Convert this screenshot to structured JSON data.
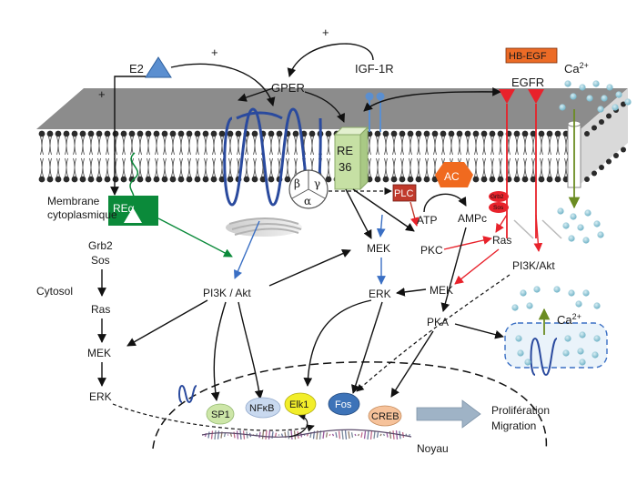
{
  "labels": {
    "e2": "E2",
    "plus_e2_left": "+",
    "plus_e2_gper": "+",
    "plus_igf_top": "+",
    "igf1r": "IGF-1R",
    "gper": "GPER",
    "hbegf": "HB-EGF",
    "egfr": "EGFR",
    "ca_top": "Ca",
    "ca_top_sup": "2+",
    "re36_line1": "RE",
    "re36_line2": "36",
    "beta": "β",
    "gamma": "γ",
    "alpha": "α",
    "plc": "PLC",
    "ac": "AC",
    "atp": "ATP",
    "ampc": "AMPc",
    "grb2_small": "Grb2",
    "sos_small": "Sos",
    "ras_right": "Ras",
    "pi3k_right": "PI3K/Akt",
    "membrane_line1": "Membrane",
    "membrane_line2": "cytoplasmique",
    "rea": "REα",
    "grb2": "Grb2",
    "sos": "Sos",
    "cytosol": "Cytosol",
    "ras_left": "Ras",
    "mek_left": "MEK",
    "erk_left": "ERK",
    "pi3k_center": "PI3K / Akt",
    "mek_center": "MEK",
    "erk_center": "ERK",
    "pkc": "PKC",
    "mek_right": "MEK",
    "pka": "PKA",
    "ca_er": "Ca",
    "ca_er_sup": "2+",
    "sp1": "SP1",
    "nfkb": "NFκB",
    "elk1": "Elk1",
    "fos": "Fos",
    "creb": "CREB",
    "proliferation": "Prolifération",
    "migration": "Migration",
    "noyau": "Noyau"
  },
  "colors": {
    "membrane_top": "#8a8a8a",
    "membrane_band": "#6e6e6e",
    "lipid_head": "#2b2b2b",
    "gper_blue": "#2a4a9e",
    "e2_triangle": "#5b8fd0",
    "egfr_red": "#e8222b",
    "hbegf_orange": "#ec6b26",
    "re36_green": "#c6e0a4",
    "rea_green": "#0b8a3a",
    "plc_red": "#c0392b",
    "ac_orange": "#f06a1f",
    "ca_dot": "#8fc6d6",
    "sp1_fill": "#cde6a8",
    "nfkb_fill": "#c9d9ef",
    "elk1_fill": "#f2ee2a",
    "fos_fill": "#3d73b8",
    "creb_fill": "#f6c29a",
    "big_arrow": "#9fb3c6",
    "blue_arrow": "#3a6fc4",
    "green_arrow": "#0b8a3a",
    "olive_arrow": "#6b8c22"
  }
}
